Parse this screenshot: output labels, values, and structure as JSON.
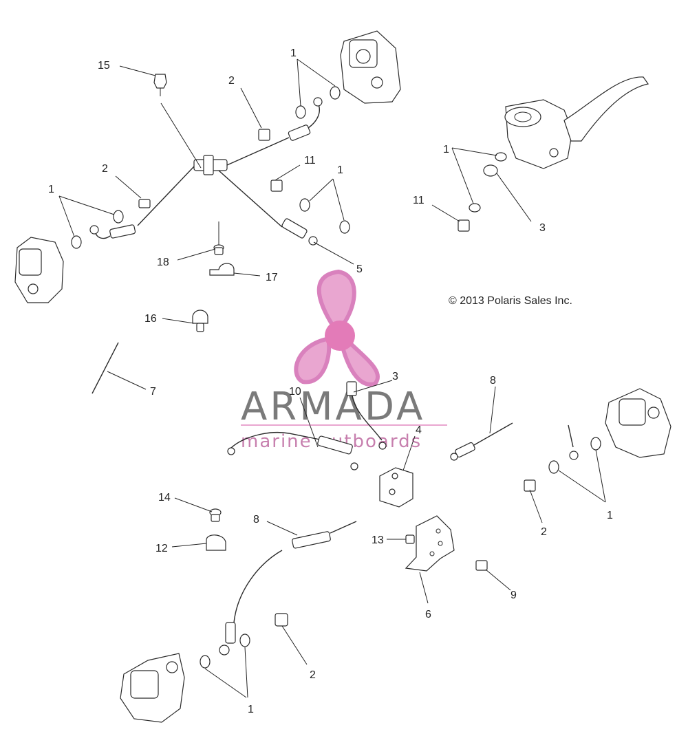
{
  "copyright": "© 2013 Polaris Sales Inc.",
  "watermark": {
    "brand": "ARMADA",
    "tagline": "marine outboards",
    "colors": {
      "brand_gray": "#7a7a7a",
      "accent_pink": "#e9a6d0",
      "accent_magenta": "#d981bd"
    }
  },
  "callouts": {
    "c1a": "1",
    "c1b": "1",
    "c1c": "1",
    "c1d": "1",
    "c1e": "1",
    "c1f": "1",
    "c2a": "2",
    "c2b": "2",
    "c2c": "2",
    "c2d": "2",
    "c3a": "3",
    "c3b": "3",
    "c4": "4",
    "c5": "5",
    "c6": "6",
    "c7": "7",
    "c8a": "8",
    "c8b": "8",
    "c9": "9",
    "c10": "10",
    "c11a": "11",
    "c11b": "11",
    "c12": "12",
    "c13": "13",
    "c14": "14",
    "c15": "15",
    "c16": "16",
    "c17": "17",
    "c18": "18"
  }
}
